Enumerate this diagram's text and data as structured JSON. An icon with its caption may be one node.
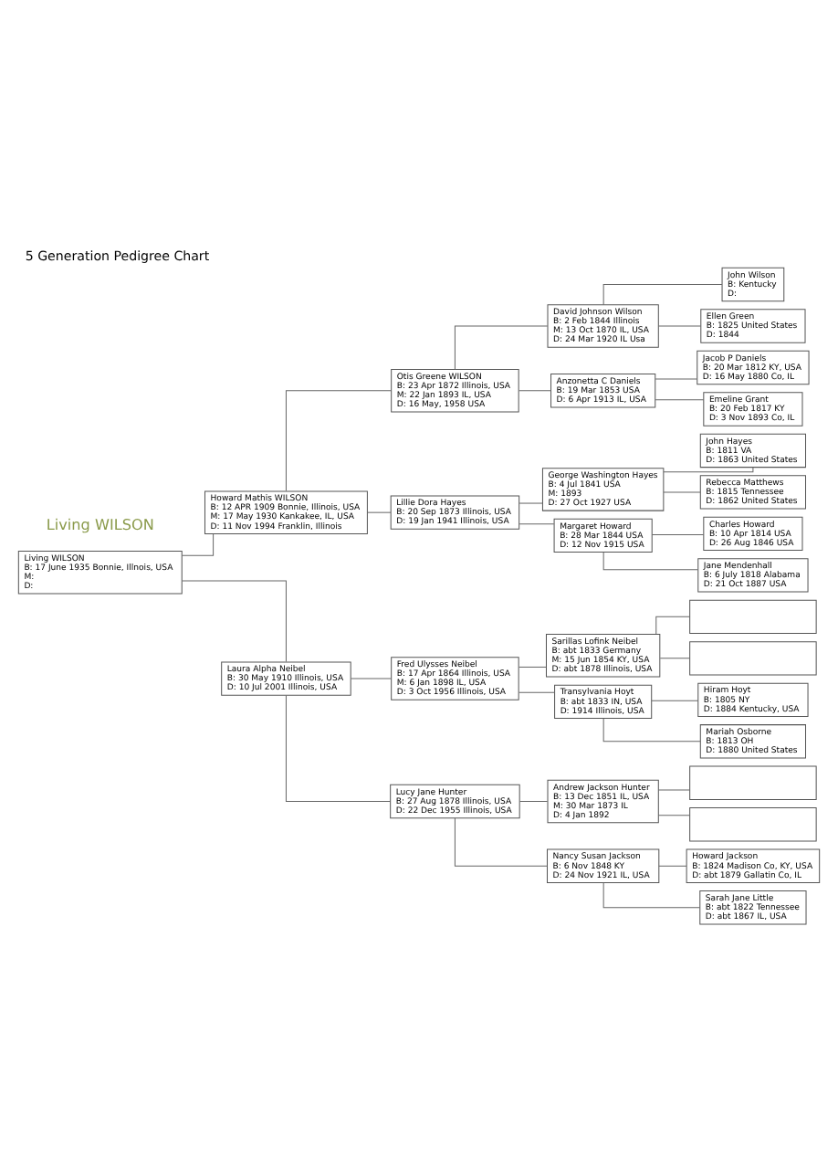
{
  "diagram": {
    "title": "5 Generation Pedigree Chart",
    "nodes": [
      {
        "text": [
          "Living WILSON",
          "B: 17 June 1935 Bonnie, Illnois, USA",
          "M:",
          "D:"
        ]
      },
      {
        "text": [
          "Howard Mathis WILSON",
          "B: 12 APR 1909 Bonnie, Illinois, USA",
          "M: 17 May 1930 Kankakee, IL, USA",
          "D: 11 Nov 1994 Franklin, Illinois"
        ]
      },
      {
        "text": [
          "Laura Alpha Neibel",
          "B: 30 May 1910 Illinois, USA",
          "D: 10 Jul 2001 Illinois, USA"
        ]
      },
      {
        "text": [
          "Otis Greene WILSON",
          "B: 23 Apr 1872 Illinois, USA",
          "M: 22 Jan 1893 IL, USA",
          "D: 16 May, 1958 USA"
        ]
      },
      {
        "text": [
          "Lillie Dora Hayes",
          "B: 20 Sep 1873 Illinois, USA",
          "D: 19 Jan 1941 Illinois, USA"
        ]
      },
      {
        "text": [
          "Fred Ulysses Neibel",
          "B: 17 Apr 1864 Illinois, USA",
          "M: 6 Jan 1898 IL, USA",
          "D: 3 Oct 1956 Illinois, USA"
        ]
      },
      {
        "text": [
          "Lucy Jane Hunter",
          "B: 27 Aug 1878 Illinois, USA",
          "D: 22 Dec 1955 Illinois, USA"
        ]
      },
      {
        "text": [
          "David Johnson Wilson",
          "B: 2 Feb 1844 Illinois",
          "M: 13 Oct 1870 IL, USA",
          "D: 24 Mar 1920 IL Usa"
        ]
      },
      {
        "text": [
          "Anzonetta C Daniels",
          "B: 19 Mar 1853 USA",
          "D: 6 Apr 1913 IL, USA"
        ]
      },
      {
        "text": [
          "George Washington Hayes",
          "B: 4 Jul 1841 USA",
          "M: 1893",
          "D: 27 Oct 1927 USA"
        ]
      },
      {
        "text": [
          "Margaret Howard",
          "B: 28 Mar 1844 USA",
          "D: 12 Nov 1915 USA"
        ]
      },
      {
        "text": [
          "Sarillas Lofink Neibel",
          "B: abt 1833 Germany",
          "M: 15 Jun 1854 KY, USA",
          "D: abt 1878 Illinois, USA"
        ]
      },
      {
        "text": [
          "Transylvania Hoyt",
          "B: abt 1833 IN, USA",
          "D: 1914 Illinois, USA"
        ]
      },
      {
        "text": [
          "Andrew Jackson Hunter",
          "B: 13 Dec 1851 IL, USA",
          "M: 30 Mar 1873 IL",
          "D: 4 Jan 1892"
        ]
      },
      {
        "text": [
          "Nancy Susan Jackson",
          "B: 6 Nov 1848 KY",
          "D: 24 Nov 1921 IL, USA"
        ]
      },
      {
        "text": [
          "John Wilson",
          "B: Kentucky",
          "D:"
        ]
      },
      {
        "text": [
          "Ellen Green",
          "B: 1825 United States",
          "D: 1844"
        ]
      },
      {
        "text": [
          "Jacob P Daniels",
          "B: 20 Mar 1812 KY, USA",
          "D: 16 May 1880 Co, IL"
        ]
      },
      {
        "text": [
          "Emeline Grant",
          "B: 20 Feb 1817 KY",
          "D: 3 Nov 1893 Co, IL"
        ]
      },
      {
        "text": [
          "John Hayes",
          "B: 1811 VA",
          "D: 1863 United States"
        ]
      },
      {
        "text": [
          "Rebecca Matthews",
          "B: 1815 Tennessee",
          "D: 1862 United States"
        ]
      },
      {
        "text": [
          "Charles Howard",
          "B: 10 Apr 1814 USA",
          "D: 26 Aug 1846 USA"
        ]
      },
      {
        "text": [
          "Jane Mendenhall",
          "B: 6 July 1818 Alabama",
          "D: 21 Oct 1887 USA"
        ]
      },
      {
        "text": [],
        "shape": "box"
      },
      {
        "text": [],
        "shape": "box"
      },
      {
        "text": [
          "Hiram Hoyt",
          "B: 1805 NY",
          "D: 1884 Kentucky, USA"
        ]
      },
      {
        "text": [
          "Mariah Osborne",
          "B: 1813 OH",
          "D: 1880 United States"
        ]
      },
      {
        "text": [],
        "shape": "box"
      },
      {
        "text": [],
        "shape": "box"
      },
      {
        "text": [
          "Howard Jackson",
          "B: 1824 Madison Co, KY, USA",
          "D: abt 1879 Gallatin Co, IL"
        ]
      },
      {
        "text": [
          "Sarah Jane Little",
          "B: abt 1822 Tennessee",
          "D: abt 1867 IL, USA"
        ]
      }
    ],
    "edges": [
      {
        "from": 0,
        "to": 1,
        "arrow": "none"
      },
      {
        "from": 0,
        "to": 2,
        "arrow": "none"
      },
      {
        "from": 1,
        "to": 3,
        "arrow": "none"
      },
      {
        "from": 1,
        "to": 4,
        "arrow": "none"
      },
      {
        "from": 2,
        "to": 5,
        "arrow": "none"
      },
      {
        "from": 2,
        "to": 6,
        "arrow": "none"
      },
      {
        "from": 3,
        "to": 7,
        "arrow": "none"
      },
      {
        "from": 3,
        "to": 8,
        "arrow": "none"
      },
      {
        "from": 4,
        "to": 9,
        "arrow": "none"
      },
      {
        "from": 4,
        "to": 10,
        "arrow": "none"
      },
      {
        "from": 5,
        "to": 11,
        "arrow": "none"
      },
      {
        "from": 5,
        "to": 12,
        "arrow": "none"
      },
      {
        "from": 6,
        "to": 13,
        "arrow": "none"
      },
      {
        "from": 6,
        "to": 14,
        "arrow": "none"
      },
      {
        "from": 7,
        "to": 15,
        "arrow": "none"
      },
      {
        "from": 7,
        "to": 16,
        "arrow": "none"
      },
      {
        "from": 8,
        "to": 17,
        "arrow": "none"
      },
      {
        "from": 8,
        "to": 18,
        "arrow": "none"
      },
      {
        "from": 9,
        "to": 19,
        "arrow": "none"
      },
      {
        "from": 9,
        "to": 20,
        "arrow": "none"
      },
      {
        "from": 10,
        "to": 21,
        "arrow": "none"
      },
      {
        "from": 10,
        "to": 22,
        "arrow": "none"
      },
      {
        "from": 11,
        "to": 23,
        "arrow": "none"
      },
      {
        "from": 11,
        "to": 24,
        "arrow": "none"
      },
      {
        "from": 12,
        "to": 25,
        "arrow": "none"
      },
      {
        "from": 12,
        "to": 26,
        "arrow": "none"
      },
      {
        "from": 13,
        "to": 27,
        "arrow": "none"
      },
      {
        "from": 13,
        "to": 28,
        "arrow": "none"
      },
      {
        "from": 14,
        "to": 29,
        "arrow": "none"
      },
      {
        "from": 14,
        "to": 30,
        "arrow": "none"
      }
    ],
    "labels": [
      "Living WILSON"
    ]
  }
}
